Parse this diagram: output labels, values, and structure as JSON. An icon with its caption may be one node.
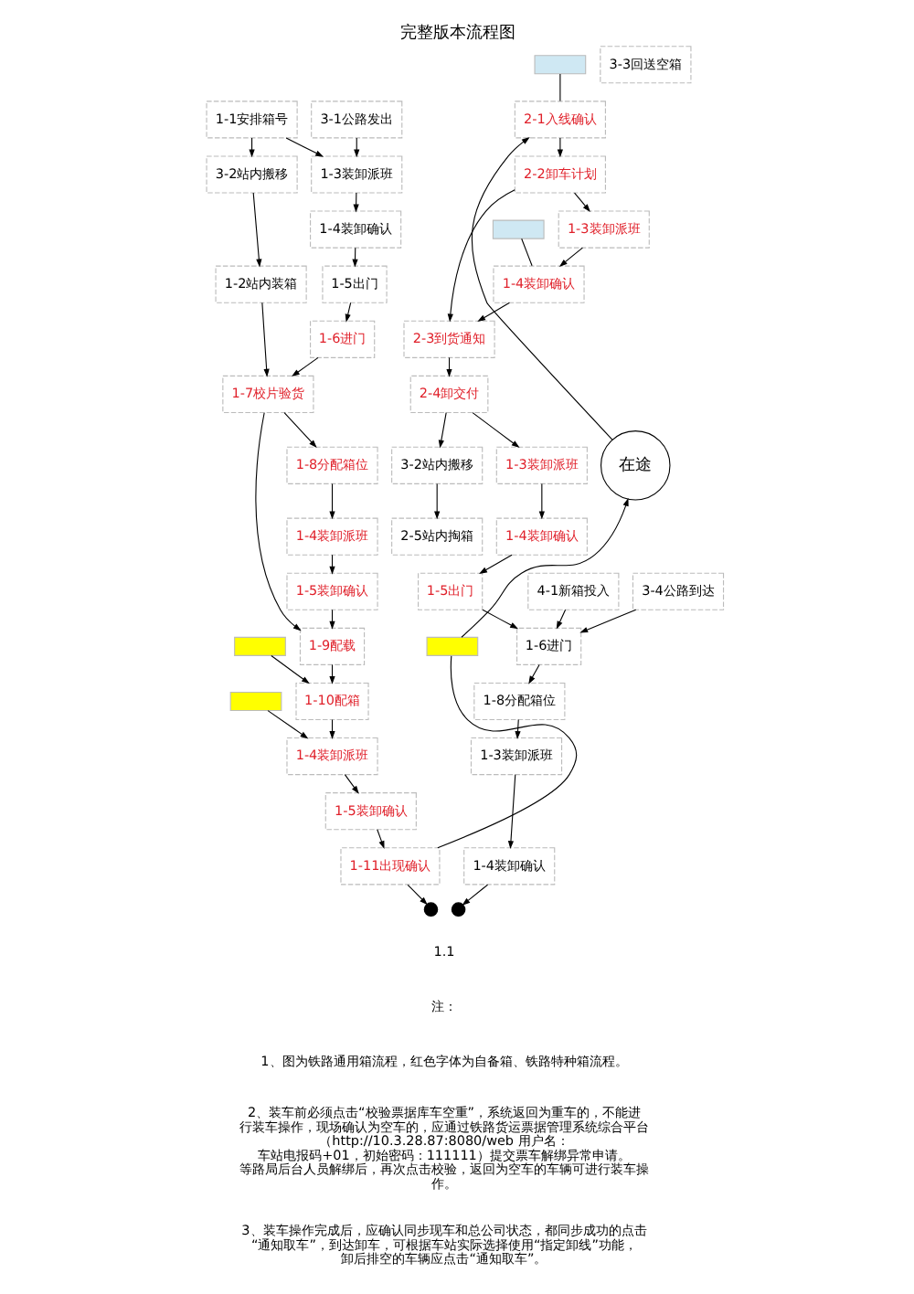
{
  "diagram": {
    "title": "完整版本流程图",
    "nodes": [
      {
        "text": [
          "1-1安排箱号"
        ]
      },
      {
        "text": [
          "3-2站内搬移"
        ]
      },
      {
        "text": [
          "1-2站内装箱"
        ]
      },
      {
        "text": [
          "1-3装卸派班"
        ]
      },
      {
        "text": [
          "3-1公路发出"
        ]
      },
      {
        "text": [
          "1-4装卸确认"
        ]
      },
      {
        "text": [
          "1-5出门"
        ]
      },
      {
        "text": [
          "1-6进门"
        ]
      },
      {
        "text": [
          "1-7校片验货"
        ]
      },
      {
        "text": [
          "1-8分配箱位"
        ]
      },
      {
        "text": [
          "1-4装卸派班"
        ]
      },
      {
        "text": [
          "1-5装卸确认"
        ]
      },
      {
        "text": [
          "1-9配载"
        ]
      },
      {
        "text": [
          "3-3回送空箱"
        ]
      },
      {
        "text": [],
        "shape": "box"
      },
      {
        "text": [
          "1-4装卸派班"
        ]
      },
      {
        "text": [
          "1-10配箱"
        ]
      },
      {
        "text": [],
        "shape": "box"
      },
      {
        "text": [
          "1-5装卸确认"
        ]
      },
      {
        "text": [
          "1-11出现确认"
        ]
      },
      {
        "text": [],
        "shape": "box"
      },
      {
        "text": [],
        "shape": "circle"
      },
      {
        "text": [
          "在途"
        ]
      },
      {
        "text": [],
        "shape": "box"
      },
      {
        "text": [
          "2-1入线确认"
        ]
      },
      {
        "text": [
          "2-2卸车计划"
        ]
      },
      {
        "text": [
          "1-3装卸派班"
        ]
      },
      {
        "text": [
          "1-4装卸确认"
        ]
      },
      {
        "text": [
          "2-3到货通知"
        ]
      },
      {
        "text": [],
        "shape": "box"
      },
      {
        "text": [
          "2-4卸交付"
        ]
      },
      {
        "text": [
          "1-3装卸派班"
        ]
      },
      {
        "text": [
          "3-2站内搬移"
        ]
      },
      {
        "text": [
          "1-4装卸确认"
        ]
      },
      {
        "text": [
          "2-5站内掏箱"
        ]
      },
      {
        "text": [
          "1-5出门"
        ]
      },
      {
        "text": [
          "4-1新箱投入"
        ]
      },
      {
        "text": [
          "3-4公路到达"
        ]
      },
      {
        "text": [
          "1-6进门"
        ]
      },
      {
        "text": [
          "1-8分配箱位"
        ]
      },
      {
        "text": [
          "1-3装卸派班"
        ]
      },
      {
        "text": [
          "1-4装卸确认"
        ]
      },
      {
        "text": [],
        "shape": "circle"
      }
    ],
    "edges": [
      {
        "from": 0,
        "to": 1,
        "arrow": "to"
      },
      {
        "from": 0,
        "to": 3,
        "arrow": "to"
      },
      {
        "from": 4,
        "to": 3,
        "arrow": "to"
      },
      {
        "from": 3,
        "to": 5,
        "arrow": "to"
      },
      {
        "from": 5,
        "to": 6,
        "arrow": "to"
      },
      {
        "from": 6,
        "to": 7,
        "arrow": "to"
      },
      {
        "from": 7,
        "to": 8,
        "arrow": "to"
      },
      {
        "from": 1,
        "to": 2,
        "arrow": "to"
      },
      {
        "from": 2,
        "to": 8,
        "arrow": "to"
      },
      {
        "from": 8,
        "to": 9,
        "arrow": "to"
      },
      {
        "from": 9,
        "to": 10,
        "arrow": "to"
      },
      {
        "from": 10,
        "to": 11,
        "arrow": "to"
      },
      {
        "from": 11,
        "to": 12,
        "arrow": "to"
      },
      {
        "from": 8,
        "to": 12,
        "arrow": "to"
      },
      {
        "from": 12,
        "to": 16,
        "arrow": "to"
      },
      {
        "from": 17,
        "to": 16,
        "arrow": "to"
      },
      {
        "from": 16,
        "to": 15,
        "arrow": "to"
      },
      {
        "from": 14,
        "to": 15,
        "arrow": "to"
      },
      {
        "from": 15,
        "to": 18,
        "arrow": "to"
      },
      {
        "from": 18,
        "to": 19,
        "arrow": "to"
      },
      {
        "from": 19,
        "to": 21,
        "arrow": "to"
      },
      {
        "from": 19,
        "to": 20,
        "arrow": "none"
      },
      {
        "from": 20,
        "to": 22,
        "arrow": "to"
      },
      {
        "from": 22,
        "to": 24,
        "arrow": "to"
      },
      {
        "from": 23,
        "to": 24,
        "arrow": "none"
      },
      {
        "from": 24,
        "to": 25,
        "arrow": "to"
      },
      {
        "from": 25,
        "to": 26,
        "arrow": "to"
      },
      {
        "from": 26,
        "to": 27,
        "arrow": "to"
      },
      {
        "from": 27,
        "to": 28,
        "arrow": "to"
      },
      {
        "from": 25,
        "to": 28,
        "arrow": "to"
      },
      {
        "from": 29,
        "to": 27,
        "arrow": "none"
      },
      {
        "from": 28,
        "to": 30,
        "arrow": "to"
      },
      {
        "from": 30,
        "to": 31,
        "arrow": "to"
      },
      {
        "from": 30,
        "to": 32,
        "arrow": "to"
      },
      {
        "from": 31,
        "to": 33,
        "arrow": "to"
      },
      {
        "from": 32,
        "to": 34,
        "arrow": "to"
      },
      {
        "from": 33,
        "to": 35,
        "arrow": "to"
      },
      {
        "from": 35,
        "to": 38,
        "arrow": "to"
      },
      {
        "from": 36,
        "to": 38,
        "arrow": "to"
      },
      {
        "from": 37,
        "to": 38,
        "arrow": "to"
      },
      {
        "from": 38,
        "to": 39,
        "arrow": "to"
      },
      {
        "from": 39,
        "to": 40,
        "arrow": "to"
      },
      {
        "from": 40,
        "to": 41,
        "arrow": "to"
      },
      {
        "from": 41,
        "to": 42,
        "arrow": "to"
      }
    ],
    "labels": [
      "1.1",
      "注：",
      "1、图为铁路通用箱流程，红色字体为自备箱、铁路特种箱流程。",
      "2、装车前必须点击“校验票据库车空重”，系统返回为重车的，不能进行装车操作，现场确认为空车的，应通过铁路货运票据管理系统综合平台（http://10.3.28.87:8080/web 用户名：车站电报码+01，初始密码：111111）提交票车解绑异常申请。等路局后台人员解绑后，再次点击校验，返回为空车的车辆可进行装车操作。",
      "3、装车操作完成后，应确认同步现车和总公司状态，都同步成功的点击“通知取车”，到达卸车，可根据车站实际选择使用“指定卸线”功能，卸后排空的车辆应点击“通知取车”。"
    ]
  }
}
